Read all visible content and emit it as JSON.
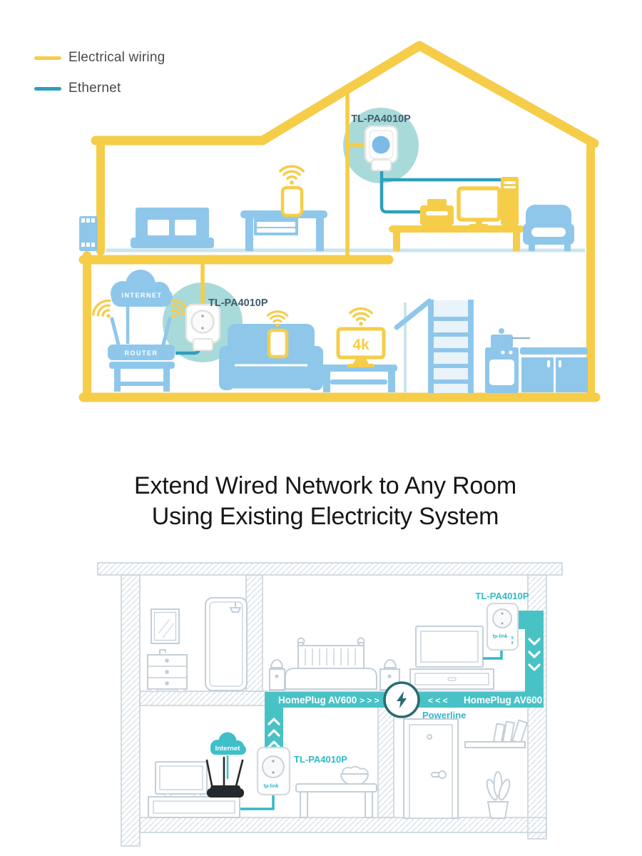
{
  "colors": {
    "wiring_yellow": "#F6CD49",
    "ethernet_blue": "#2E9FBE",
    "furniture_blue": "#8FC7EB",
    "highlight_teal": "#A9DADA",
    "band_teal": "#49C2C6",
    "teal_text": "#2FB9C6",
    "dark_label": "#3F5D6E",
    "outline_gray": "#C3CFD9",
    "dark_teal": "#2D6B75",
    "router_black": "#24292D"
  },
  "legend": {
    "items": [
      {
        "label": "Electrical wiring"
      },
      {
        "label": "Ethernet"
      }
    ]
  },
  "top_diagram": {
    "adapter_attic_label": "TL-PA4010P",
    "adapter_living_label": "TL-PA4010P",
    "internet_label": "INTERNET",
    "router_label": "ROUTER",
    "tv_label": "4k"
  },
  "headline": {
    "line1": "Extend Wired Network to Any Room",
    "line2": "Using Existing Electricity System"
  },
  "bottom_diagram": {
    "adapter_upper_label": "TL-PA4010P",
    "adapter_lower_label": "TL-PA4010P",
    "adapter_logo": "tp-link",
    "internet_label": "Internet",
    "homeplug_left": "HomePlug AV600",
    "homeplug_right": "HomePlug AV600",
    "chevrons_right": ">  >  >",
    "chevrons_left": "<  <  <",
    "powerline_label": "Powerline"
  }
}
